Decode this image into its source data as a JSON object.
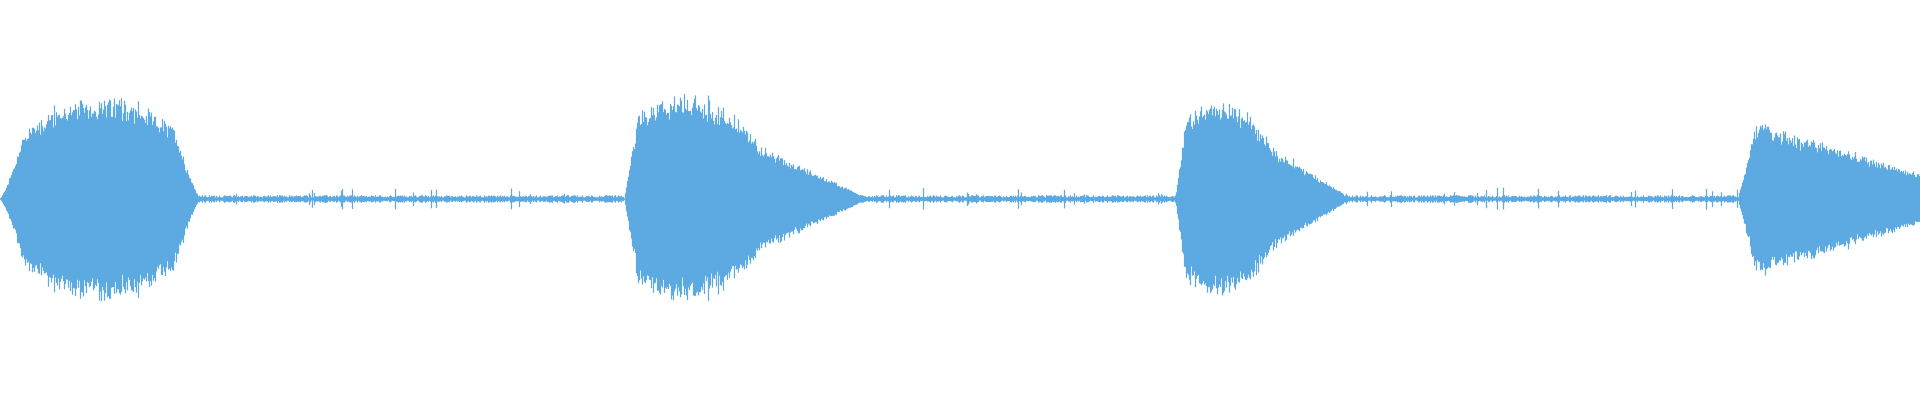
{
  "waveform": {
    "color": "#5DA9E1",
    "background": "#FFFFFF",
    "channels": 1,
    "segments": [
      {
        "kind": "sound",
        "start": 0.0,
        "end": 0.104,
        "peak": 0.52,
        "shape": "dome"
      },
      {
        "kind": "silence",
        "start": 0.104,
        "end": 0.325,
        "peak": 0.02
      },
      {
        "kind": "sound",
        "start": 0.325,
        "end": 0.447,
        "peak": 0.53,
        "shape": "attack-decay"
      },
      {
        "kind": "silence",
        "start": 0.447,
        "end": 0.612,
        "peak": 0.02
      },
      {
        "kind": "sound",
        "start": 0.612,
        "end": 0.7,
        "peak": 0.5,
        "shape": "attack-decay"
      },
      {
        "kind": "silence",
        "start": 0.7,
        "end": 0.905,
        "peak": 0.02
      },
      {
        "kind": "sound",
        "start": 0.905,
        "end": 1.0,
        "peak": 0.4,
        "shape": "fade-out"
      }
    ]
  }
}
